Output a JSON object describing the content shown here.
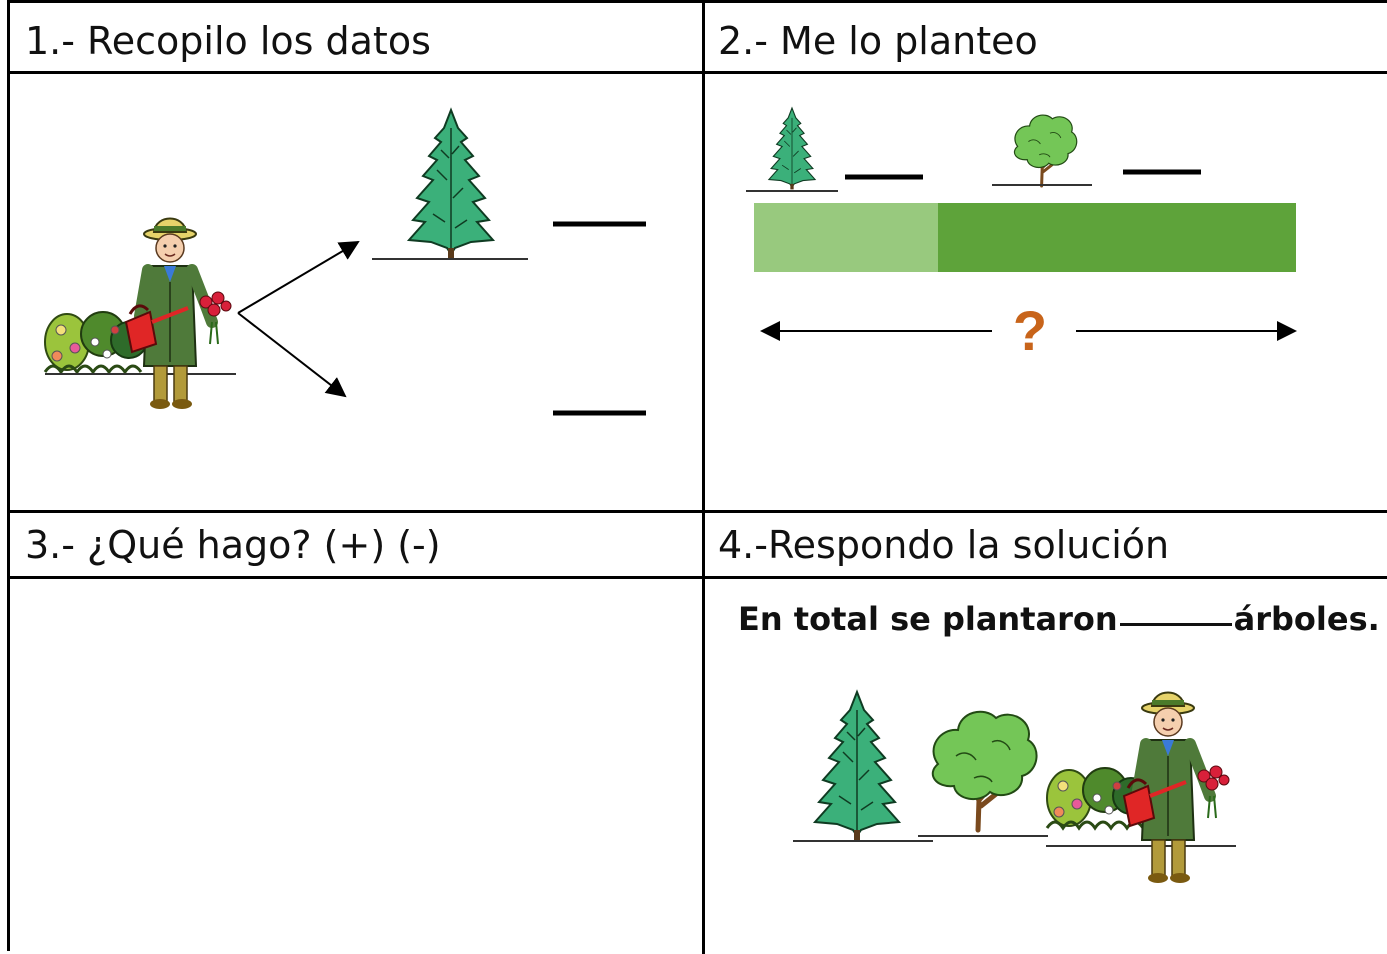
{
  "cells": {
    "c1_title": "1.- Recopilo los datos",
    "c2_title": "2.- Me lo planteo",
    "c3_title": "3.- ¿Qué hago? (+) (-)",
    "c4_title": "4.-Respondo la solución"
  },
  "answer": {
    "prefix": "En total se plantaron",
    "suffix": "árboles."
  },
  "bar": {
    "question_mark": "?",
    "light_fraction": 0.34,
    "colors": {
      "light": "#98c97e",
      "dark": "#5ea33a",
      "question": "#c8641a"
    }
  },
  "icons": [
    "gardener-icon",
    "conifer-tree-icon",
    "leafy-tree-icon",
    "garden-bushes-icon",
    "arrow-icon"
  ]
}
